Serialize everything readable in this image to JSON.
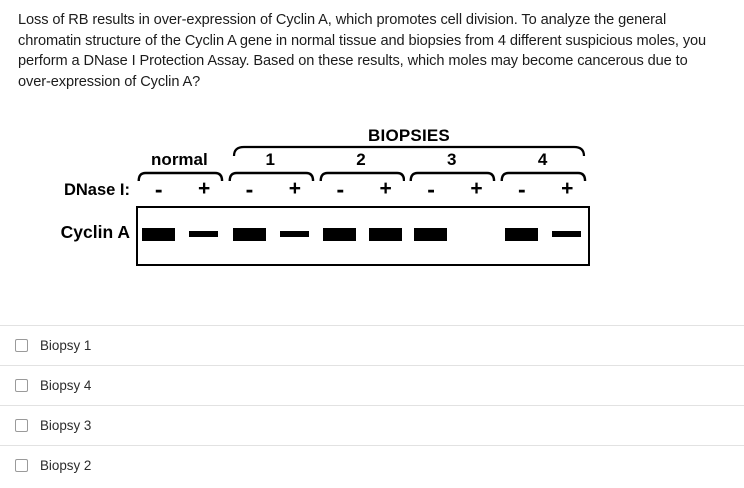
{
  "question": {
    "text": "Loss of RB results in over-expression of Cyclin A, which promotes cell division. To analyze the general chromatin structure of the Cyclin A gene in normal tissue and biopsies from 4 different suspicious moles, you perform a DNase I Protection Assay. Based on these results, which moles may become cancerous due to over-expression of Cyclin A?"
  },
  "figure": {
    "biopsies_title": "BIOPSIES",
    "dnase_label": "DNase I:",
    "gene_label": "Cyclin A",
    "minus_sign": "-",
    "plus_sign": "+",
    "groups": [
      {
        "label": "normal",
        "lanes": [
          {
            "dnase": "-",
            "band": "strong"
          },
          {
            "dnase": "+",
            "band": "weak"
          }
        ]
      },
      {
        "label": "1",
        "lanes": [
          {
            "dnase": "-",
            "band": "strong"
          },
          {
            "dnase": "+",
            "band": "weak"
          }
        ]
      },
      {
        "label": "2",
        "lanes": [
          {
            "dnase": "-",
            "band": "strong"
          },
          {
            "dnase": "+",
            "band": "strong"
          }
        ]
      },
      {
        "label": "3",
        "lanes": [
          {
            "dnase": "-",
            "band": "strong"
          },
          {
            "dnase": "+",
            "band": "none"
          }
        ]
      },
      {
        "label": "4",
        "lanes": [
          {
            "dnase": "-",
            "band": "strong"
          },
          {
            "dnase": "+",
            "band": "weak"
          }
        ]
      }
    ]
  },
  "answers": {
    "options": [
      {
        "label": "Biopsy 1",
        "checked": false
      },
      {
        "label": "Biopsy 4",
        "checked": false
      },
      {
        "label": "Biopsy 3",
        "checked": false
      },
      {
        "label": "Biopsy 2",
        "checked": false
      }
    ]
  }
}
